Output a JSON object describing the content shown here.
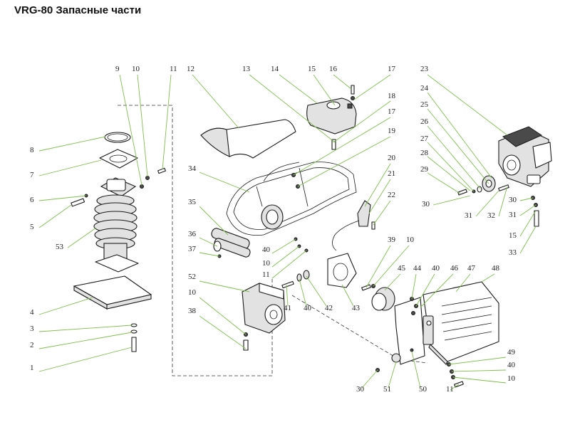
{
  "title": "VRG-80 Запасные части",
  "callouts": [
    {
      "id": "c1",
      "label": "1"
    },
    {
      "id": "c2",
      "label": "2"
    },
    {
      "id": "c3",
      "label": "3"
    },
    {
      "id": "c4",
      "label": "4"
    },
    {
      "id": "c5",
      "label": "5"
    },
    {
      "id": "c6",
      "label": "6"
    },
    {
      "id": "c7",
      "label": "7"
    },
    {
      "id": "c8",
      "label": "8"
    },
    {
      "id": "c53",
      "label": "53"
    },
    {
      "id": "c9",
      "label": "9"
    },
    {
      "id": "c10a",
      "label": "10"
    },
    {
      "id": "c11a",
      "label": "11"
    },
    {
      "id": "c12",
      "label": "12"
    },
    {
      "id": "c13",
      "label": "13"
    },
    {
      "id": "c14",
      "label": "14"
    },
    {
      "id": "c15a",
      "label": "15"
    },
    {
      "id": "c16",
      "label": "16"
    },
    {
      "id": "c17a",
      "label": "17"
    },
    {
      "id": "c18",
      "label": "18"
    },
    {
      "id": "c17b",
      "label": "17"
    },
    {
      "id": "c19",
      "label": "19"
    },
    {
      "id": "c20",
      "label": "20"
    },
    {
      "id": "c21",
      "label": "21"
    },
    {
      "id": "c22",
      "label": "22"
    },
    {
      "id": "c34",
      "label": "34"
    },
    {
      "id": "c35",
      "label": "35"
    },
    {
      "id": "c36",
      "label": "36"
    },
    {
      "id": "c37",
      "label": "37"
    },
    {
      "id": "c40a",
      "label": "40"
    },
    {
      "id": "c10b",
      "label": "10"
    },
    {
      "id": "c11b",
      "label": "11"
    },
    {
      "id": "c23",
      "label": "23"
    },
    {
      "id": "c24",
      "label": "24"
    },
    {
      "id": "c25",
      "label": "25"
    },
    {
      "id": "c26",
      "label": "26"
    },
    {
      "id": "c27",
      "label": "27"
    },
    {
      "id": "c28",
      "label": "28"
    },
    {
      "id": "c29",
      "label": "29"
    },
    {
      "id": "c30a",
      "label": "30"
    },
    {
      "id": "c31a",
      "label": "31"
    },
    {
      "id": "c32",
      "label": "32"
    },
    {
      "id": "c30b",
      "label": "30"
    },
    {
      "id": "c31b",
      "label": "31"
    },
    {
      "id": "c15b",
      "label": "15"
    },
    {
      "id": "c33",
      "label": "33"
    },
    {
      "id": "c52",
      "label": "52"
    },
    {
      "id": "c10c",
      "label": "10"
    },
    {
      "id": "c38",
      "label": "38"
    },
    {
      "id": "c41",
      "label": "41"
    },
    {
      "id": "c40b",
      "label": "40"
    },
    {
      "id": "c42",
      "label": "42"
    },
    {
      "id": "c43",
      "label": "43"
    },
    {
      "id": "c39",
      "label": "39"
    },
    {
      "id": "c10d",
      "label": "10"
    },
    {
      "id": "c45",
      "label": "45"
    },
    {
      "id": "c44",
      "label": "44"
    },
    {
      "id": "c40c",
      "label": "40"
    },
    {
      "id": "c46",
      "label": "46"
    },
    {
      "id": "c47",
      "label": "47"
    },
    {
      "id": "c48",
      "label": "48"
    },
    {
      "id": "c49",
      "label": "49"
    },
    {
      "id": "c40d",
      "label": "40"
    },
    {
      "id": "c10e",
      "label": "10"
    },
    {
      "id": "c11c",
      "label": "11"
    },
    {
      "id": "c50",
      "label": "50"
    },
    {
      "id": "c51",
      "label": "51"
    },
    {
      "id": "c30c",
      "label": "30"
    }
  ]
}
